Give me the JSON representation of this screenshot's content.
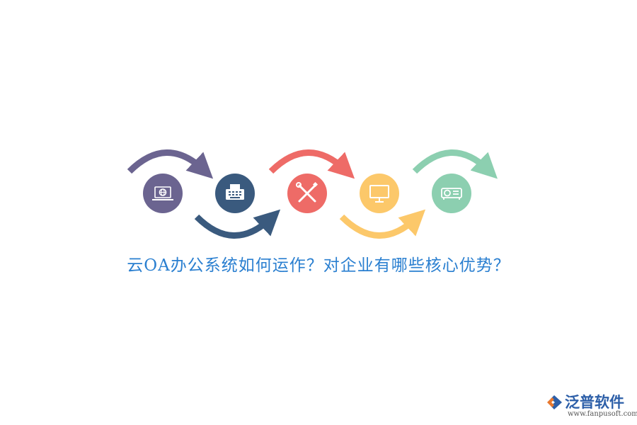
{
  "title": {
    "text": "云OA办公系统如何运作？对企业有哪些核心优势？"
  },
  "colors": {
    "purple": "#6b6490",
    "navy": "#3a5a7e",
    "red": "#ee6b67",
    "yellow": "#fcc86a",
    "green": "#8ccfb0",
    "title": "#2a7fd0",
    "brand": "#2d5fa8"
  },
  "steps": [
    {
      "icon": "laptop-globe-icon",
      "color": "#6b6490"
    },
    {
      "icon": "typewriter-icon",
      "color": "#3a5a7e"
    },
    {
      "icon": "wrench-screwdriver-icon",
      "color": "#ee6b67"
    },
    {
      "icon": "monitor-icon",
      "color": "#fcc86a"
    },
    {
      "icon": "projector-icon",
      "color": "#8ccfb0"
    }
  ],
  "brand": {
    "name": "泛普软件",
    "url": "www.fanpusoft.com"
  }
}
